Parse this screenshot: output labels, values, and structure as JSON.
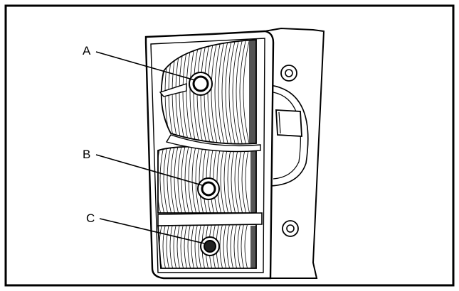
{
  "figure": {
    "callouts": [
      {
        "id": "A",
        "label": "A"
      },
      {
        "id": "B",
        "label": "B"
      },
      {
        "id": "C",
        "label": "C"
      }
    ]
  },
  "colors": {
    "line": "#000000",
    "background": "#ffffff",
    "hatch": "#5a5a5a"
  }
}
